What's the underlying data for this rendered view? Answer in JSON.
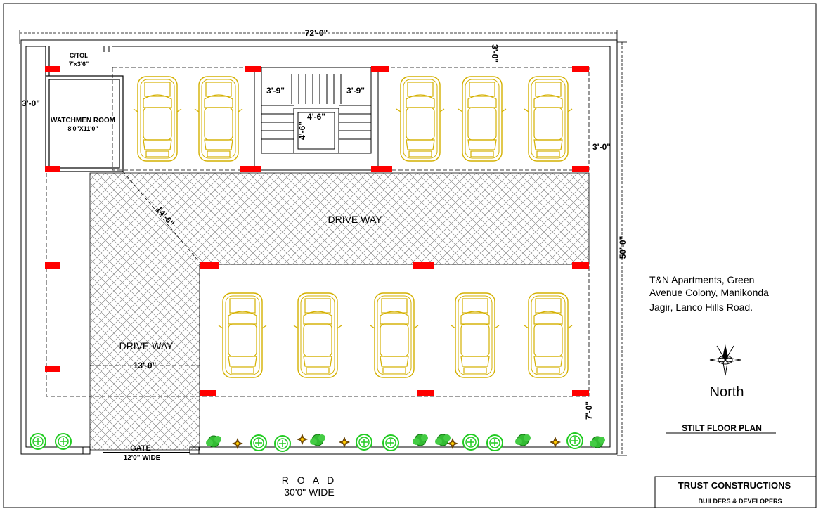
{
  "dimensions": {
    "overall_width": "72'-0\"",
    "overall_depth": "50'-0\"",
    "top_setback": "3'-0\"",
    "left_setback": "3'-0\"",
    "right_setback": "3'-0\"",
    "front_setback": "7'-0\"",
    "stair_left": "3'-9\"",
    "stair_right": "3'-9\"",
    "lift_width": "4'-6\"",
    "lift_depth": "4'-6\"",
    "diagonal": "14'-6\"",
    "driveway_width": "13'-0\""
  },
  "rooms": {
    "toilet_label": "C/TOI.",
    "toilet_size": "7'x3'6\"",
    "watchmen_label": "WATCHMEN ROOM",
    "watchmen_size": "8'0\"X11'0\""
  },
  "driveway_top": "DRIVE WAY",
  "driveway_left": "DRIVE WAY",
  "gate_label": "GATE",
  "gate_width": "12'0\" WIDE",
  "road_label": "R O A D",
  "road_width": "30'0\"  WIDE",
  "address": [
    "T&N Apartments, Green",
    "Avenue Colony, Manikonda",
    "Jagir, Lanco Hills Road."
  ],
  "north_label": "North",
  "plan_title": "STILT FLOOR PLAN",
  "company": "TRUST CONSTRUCTIONS",
  "company_tagline": "BUILDERS & DEVELOPERS",
  "colors": {
    "column": "#ff0000",
    "car": "#d4b000",
    "hatch": "#666666",
    "tree": "#22cc22",
    "shrub": "#8b4513"
  }
}
